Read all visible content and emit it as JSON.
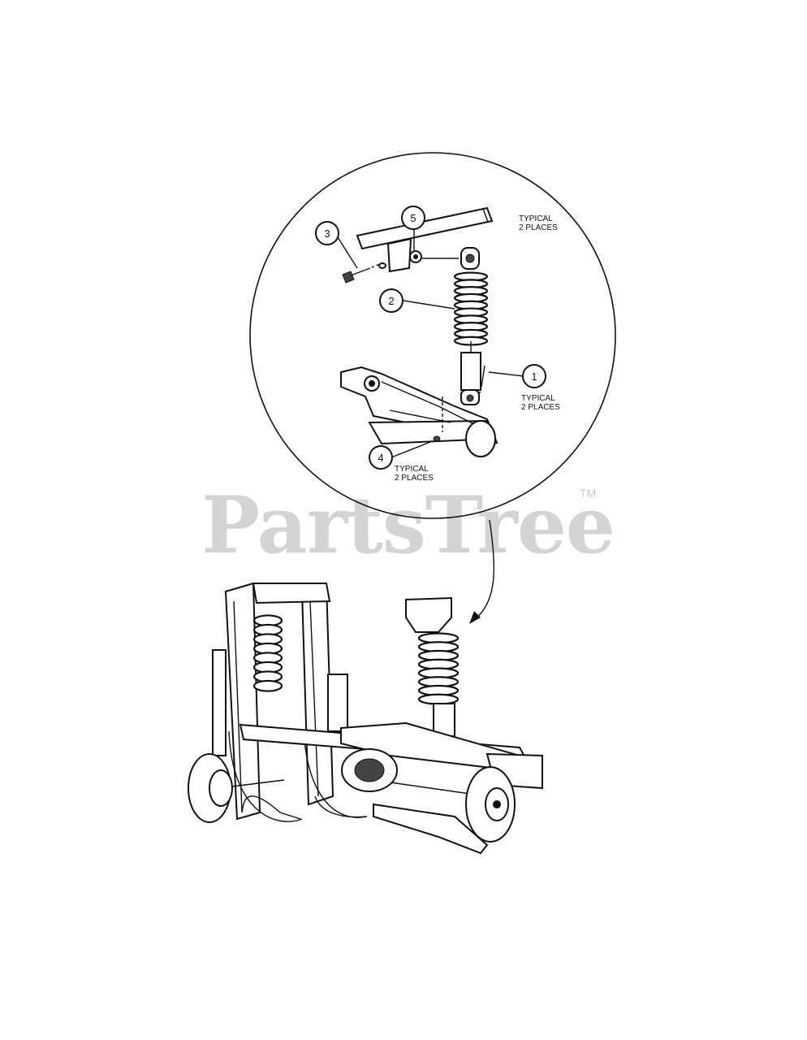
{
  "watermark": {
    "text": "PartsTree",
    "trademark": "TM"
  },
  "callouts": [
    {
      "id": "callout-1",
      "number": "1",
      "note": "TYPICAL\n2 PLACES"
    },
    {
      "id": "callout-2",
      "number": "2",
      "note": ""
    },
    {
      "id": "callout-3",
      "number": "3",
      "note": ""
    },
    {
      "id": "callout-4",
      "number": "4",
      "note": "TYPICAL\n2 PLACES"
    },
    {
      "id": "callout-5",
      "number": "5",
      "note": ""
    }
  ],
  "top_note": "TYPICAL\n2 PLACES",
  "colors": {
    "line": "#111111",
    "watermark": "#d4d4d4",
    "background": "#ffffff"
  }
}
